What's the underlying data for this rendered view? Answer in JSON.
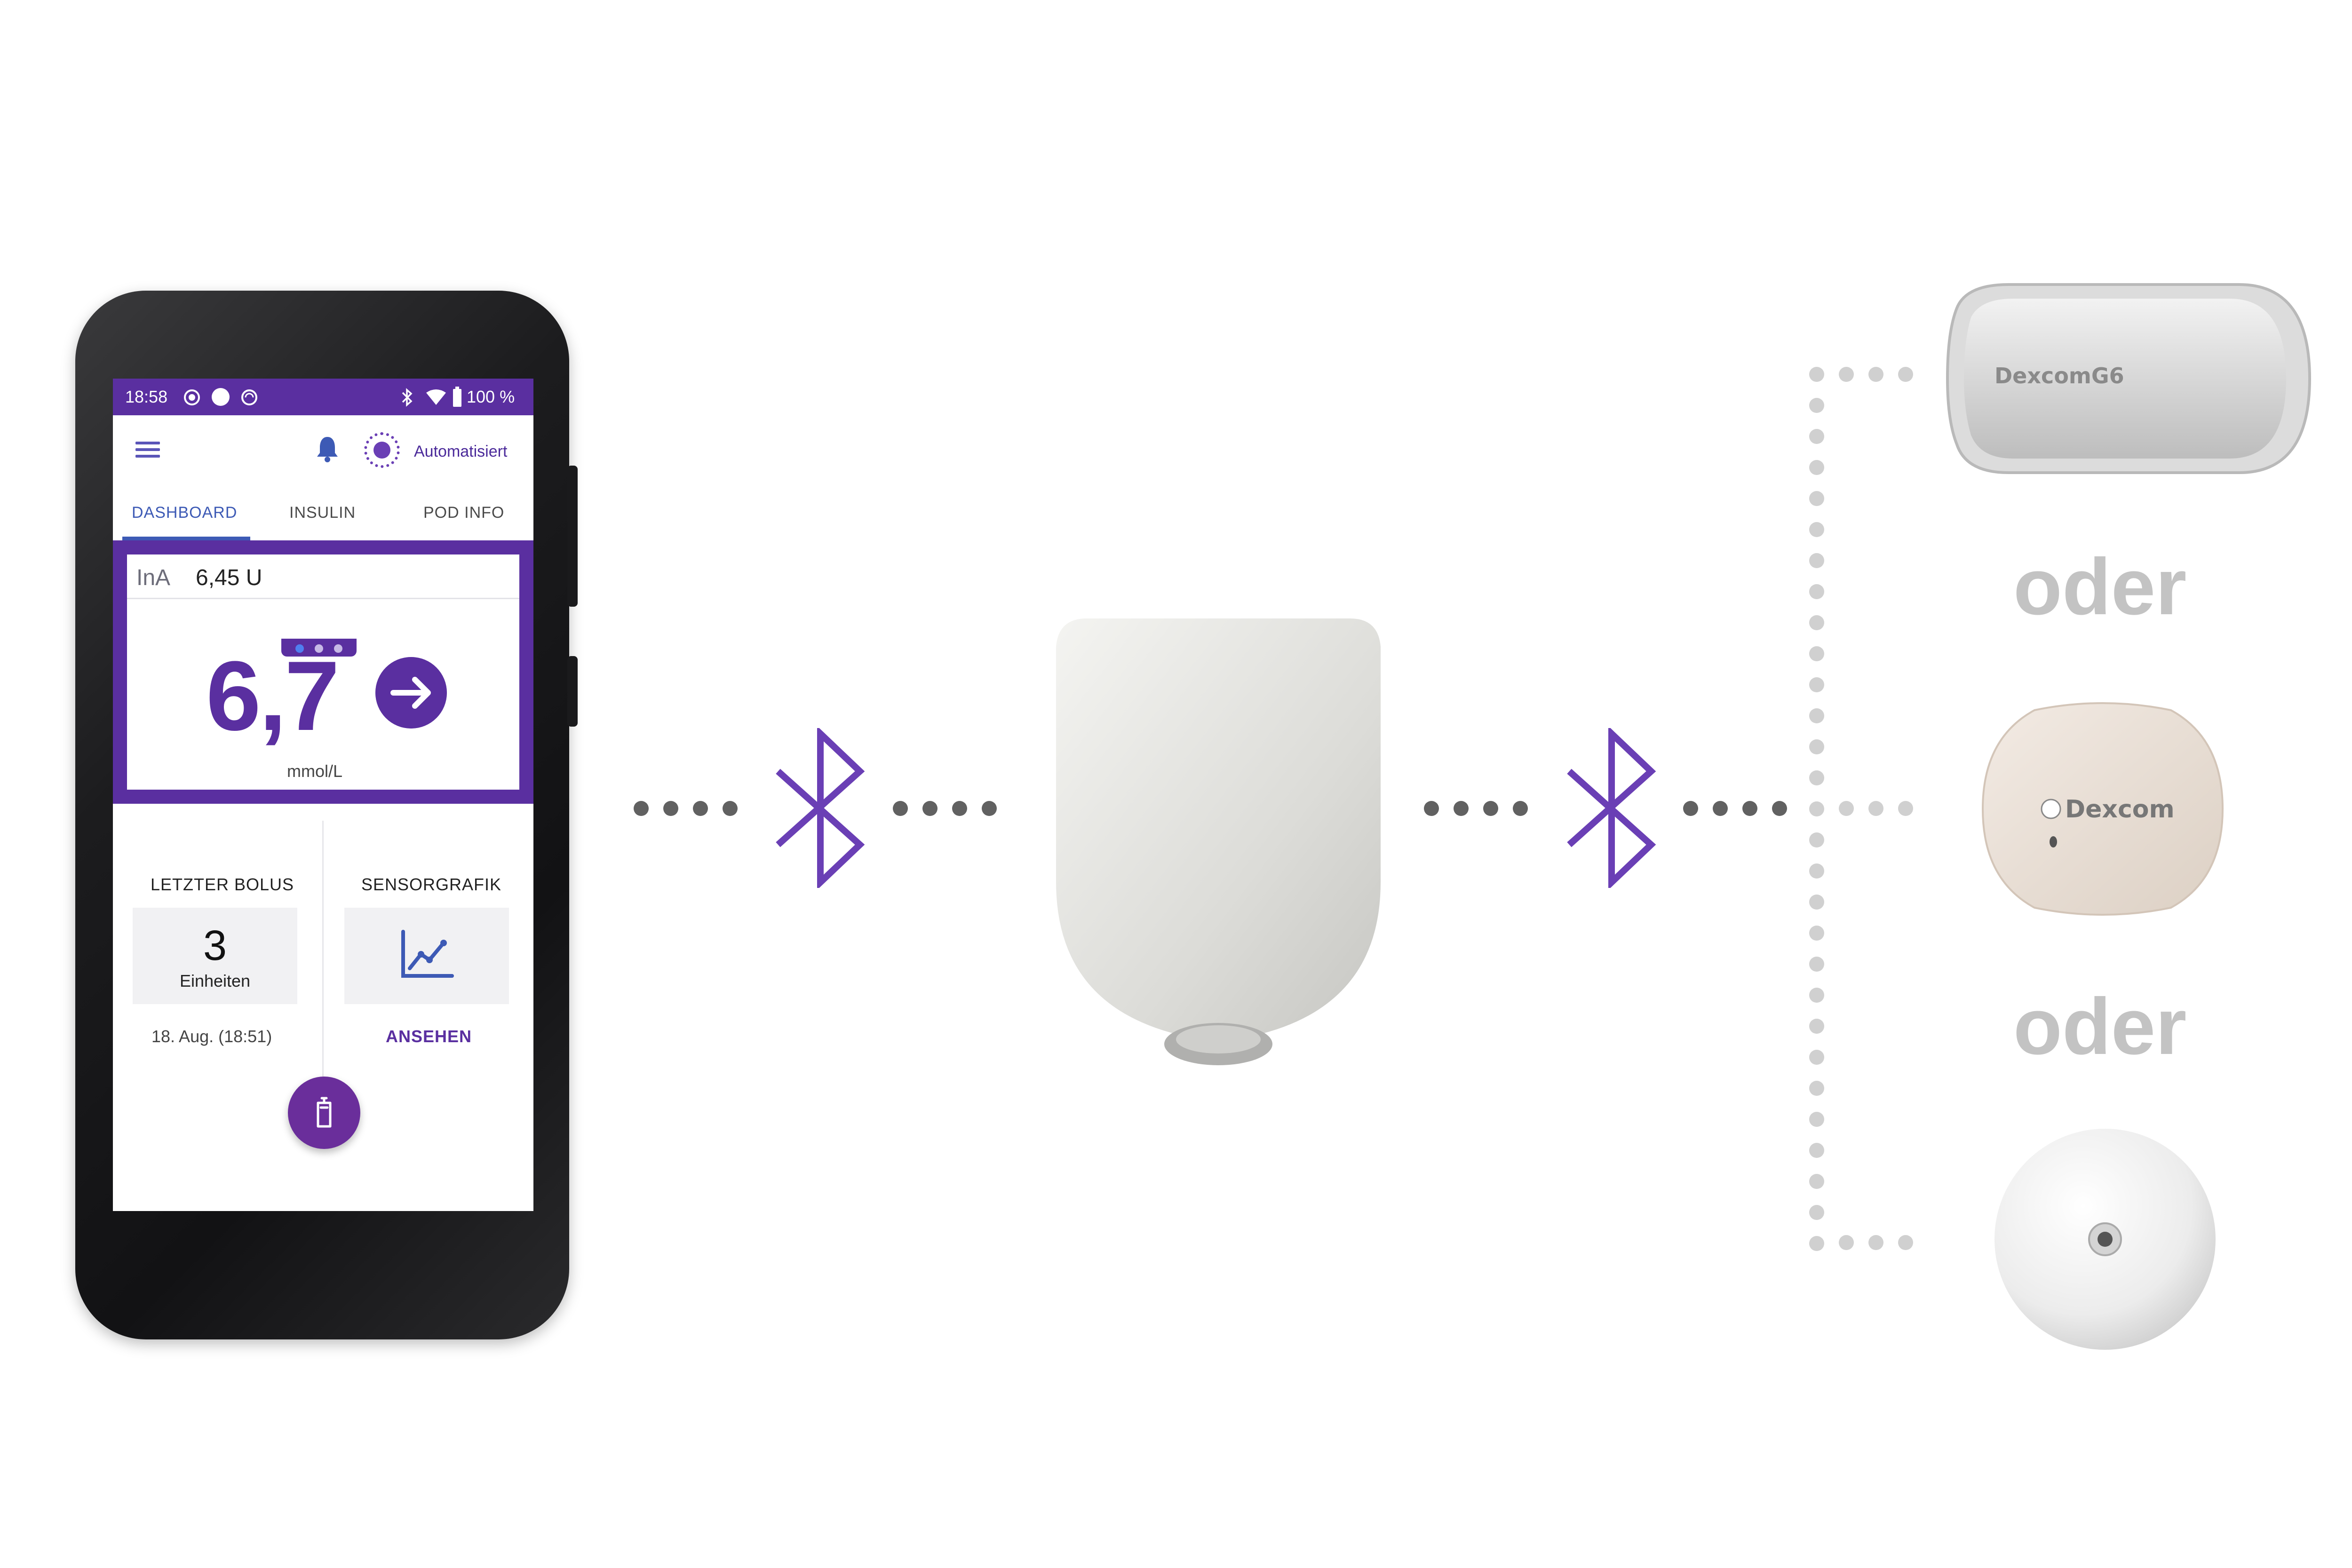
{
  "colors": {
    "accent_purple": "#5a2fa0",
    "tab_blue": "#3d5ab5",
    "connector_dark": "#616161",
    "connector_light": "#d0d0d0",
    "oder_gray": "#c3c3c3"
  },
  "status_bar": {
    "time": "18:58",
    "battery": "100 %",
    "icons": [
      "record-icon",
      "circle-icon",
      "sync-icon",
      "bluetooth-icon",
      "wifi-icon",
      "battery-icon"
    ]
  },
  "app_bar": {
    "menu_icon": "hamburger-menu-icon",
    "bell_icon": "bell-icon",
    "mode_label": "Automatisiert"
  },
  "tabs": [
    {
      "label": "DASHBOARD",
      "active": true
    },
    {
      "label": "INSULIN",
      "active": false
    },
    {
      "label": "POD INFO",
      "active": false
    }
  ],
  "dashboard": {
    "ina_label": "InA",
    "ina_value": "6,45 U",
    "glucose_value": "6,7",
    "glucose_unit": "mmol/L",
    "trend": "arrow-right-icon",
    "page_count": 3,
    "current_page": 1
  },
  "bolus": {
    "title": "LETZTER BOLUS",
    "value": "3",
    "unit": "Einheiten",
    "time": "18. Aug. (18:51)"
  },
  "sensor": {
    "title": "SENSORGRAFIK",
    "link": "ANSEHEN",
    "icon": "line-chart-icon"
  },
  "fab": {
    "icon": "bolus-icon"
  },
  "connection": {
    "icon": "bluetooth-icon"
  },
  "devices": {
    "pod": "insulin-pod",
    "sensor_1_label": "DexcomG6",
    "sensor_2_label": "Dexcom",
    "sensor_3": "round-sensor"
  },
  "separators": [
    "oder",
    "oder"
  ]
}
